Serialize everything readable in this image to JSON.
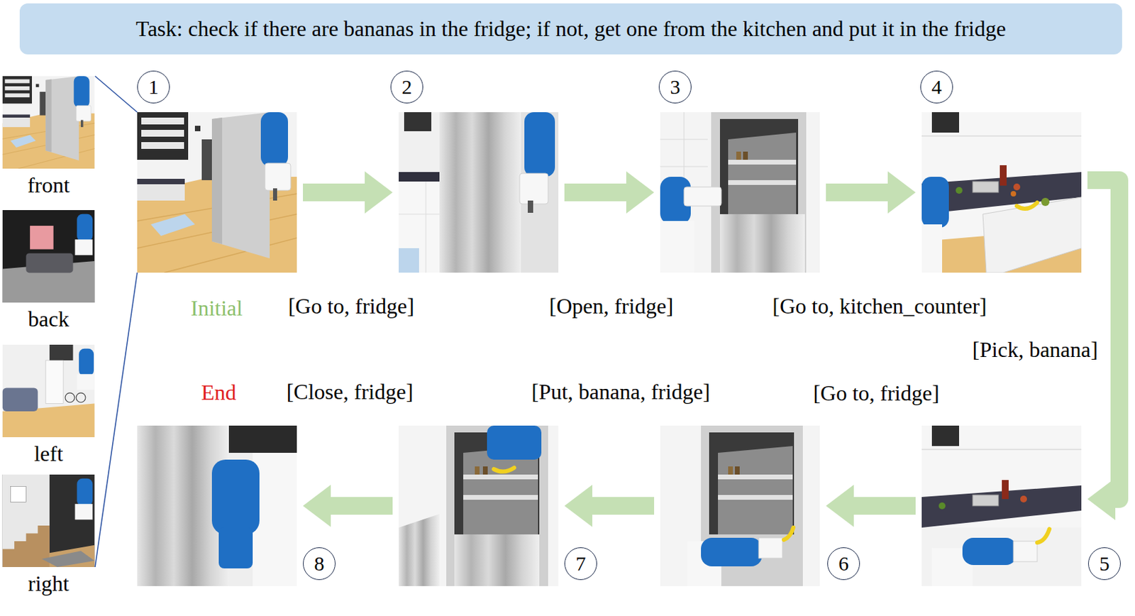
{
  "diagram": {
    "title": "Task: check if there are bananas in the fridge; if not, get one from the kitchen and put it in the fridge",
    "nodes": [
      {
        "text": [
          "front"
        ]
      },
      {
        "text": [
          "back"
        ]
      },
      {
        "text": [
          "left"
        ]
      },
      {
        "text": [
          "right"
        ]
      },
      {
        "text": [
          "1"
        ]
      },
      {
        "text": [
          "2"
        ]
      },
      {
        "text": [
          "3"
        ]
      },
      {
        "text": [
          "4"
        ]
      },
      {
        "text": [
          "5"
        ]
      },
      {
        "text": [
          "6"
        ]
      },
      {
        "text": [
          "7"
        ]
      },
      {
        "text": [
          "8"
        ]
      }
    ],
    "edges": [
      {
        "from": 4,
        "to": 5,
        "arrow": "to",
        "label": "[Go to, fridge]"
      },
      {
        "from": 5,
        "to": 6,
        "arrow": "to",
        "label": "[Open, fridge]"
      },
      {
        "from": 6,
        "to": 7,
        "arrow": "to",
        "label": "[Go to, kitchen_counter]"
      },
      {
        "from": 7,
        "to": 8,
        "arrow": "to",
        "label": "[Pick, banana]"
      },
      {
        "from": 8,
        "to": 9,
        "arrow": "to",
        "label": "[Go to, fridge]"
      },
      {
        "from": 9,
        "to": 10,
        "arrow": "to",
        "label": "[Put, banana, fridge]"
      },
      {
        "from": 10,
        "to": 11,
        "arrow": "to",
        "label": "[Close, fridge]"
      }
    ],
    "labels": [
      "Initial",
      "End"
    ]
  }
}
